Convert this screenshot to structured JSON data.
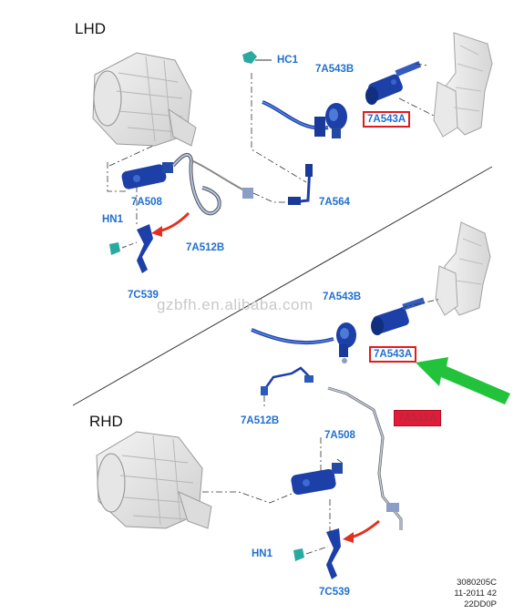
{
  "sections": {
    "top": "LHD",
    "bottom": "RHD"
  },
  "watermark": "gzbfh.en.alibaba.com",
  "labels": {
    "hc1": "HC1",
    "lhd_7a543b": "7A543B",
    "lhd_7a543a": "7A543A",
    "lhd_7a508": "7A508",
    "lhd_7a564": "7A564",
    "lhd_hn1": "HN1",
    "lhd_7a512b": "7A512B",
    "lhd_7c539": "7C539",
    "rhd_7a543b": "7A543B",
    "rhd_7a543a": "7A543A",
    "rhd_7a512b": "7A512B",
    "rhd_7a512a": "7A512A",
    "rhd_7a508": "7A508",
    "rhd_hn1": "HN1",
    "rhd_7c539": "7C539"
  },
  "doc_code": {
    "line1": "3080205C",
    "line2": "11-2011 42",
    "line3": "22DD0P"
  },
  "colors": {
    "label_blue": "#1f6fd1",
    "part_blue": "#1c3fa8",
    "highlight_red": "#e21b1b",
    "pointer_green": "#22c33a",
    "arrow_red": "#e23020"
  }
}
